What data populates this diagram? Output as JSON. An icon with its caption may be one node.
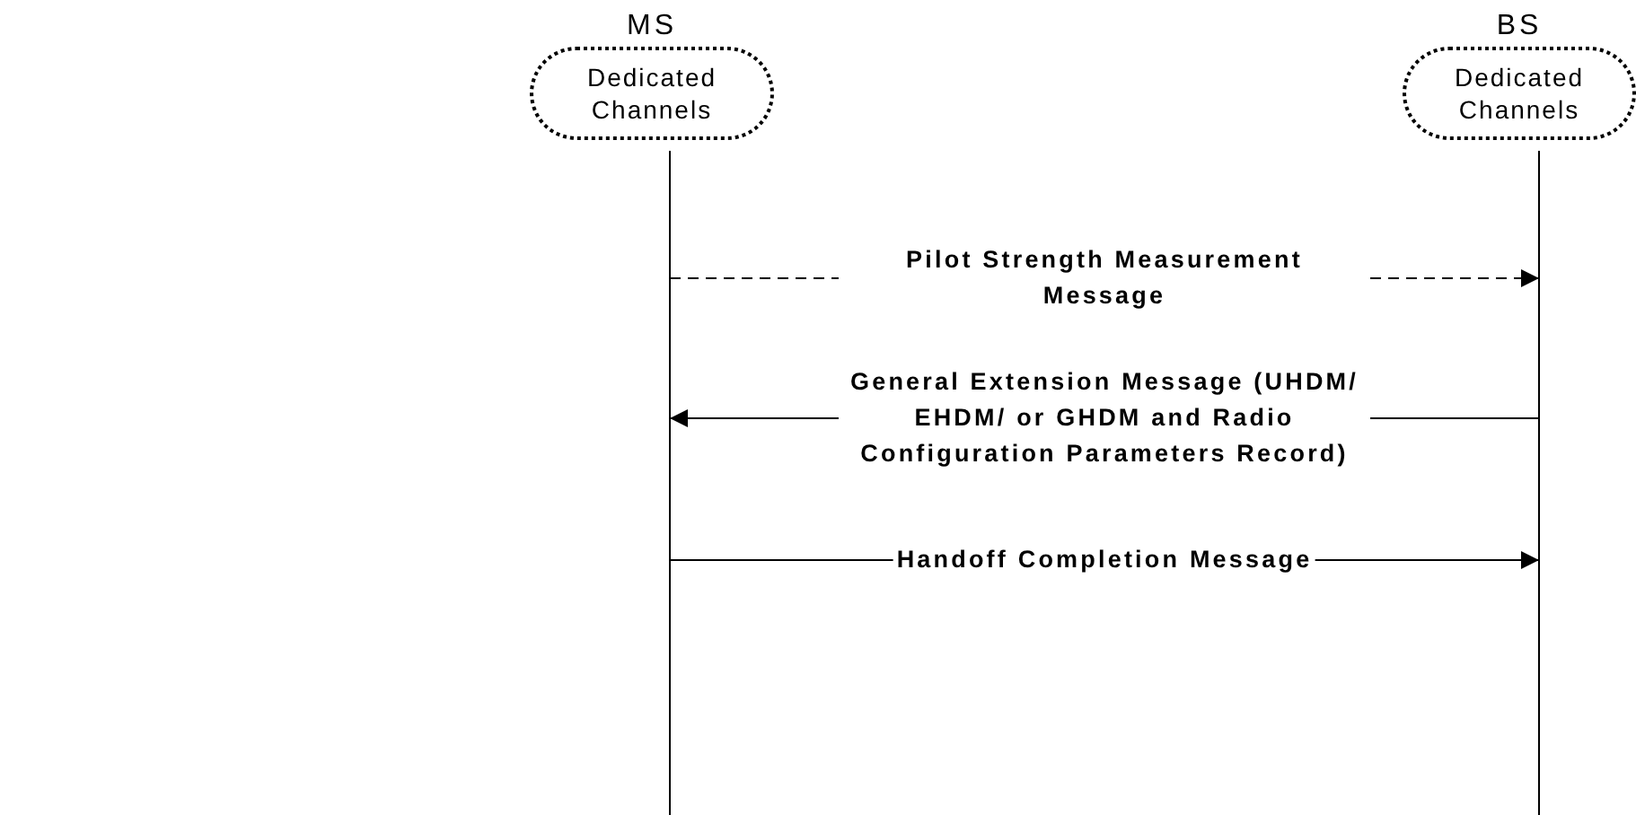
{
  "diagram": {
    "nodes": [
      {
        "text": [
          "MS",
          "Dedicated Channels"
        ]
      },
      {
        "text": [
          "BS",
          "Dedicated Channels"
        ]
      },
      {
        "text": [],
        "shape": "bar"
      },
      {
        "text": [],
        "shape": "bar"
      }
    ],
    "edges": [
      {
        "from": 2,
        "to": 3,
        "arrow": "to",
        "style": "dashed",
        "label": "Pilot Strength Measurement Message"
      },
      {
        "from": 3,
        "to": 2,
        "arrow": "to",
        "label": "General Extension Message (UHDM/  EHDM/ or GHDM and Radio Configuration Parameters Record)"
      },
      {
        "from": 2,
        "to": 3,
        "arrow": "to",
        "label": "Handoff Completion Message"
      }
    ]
  }
}
